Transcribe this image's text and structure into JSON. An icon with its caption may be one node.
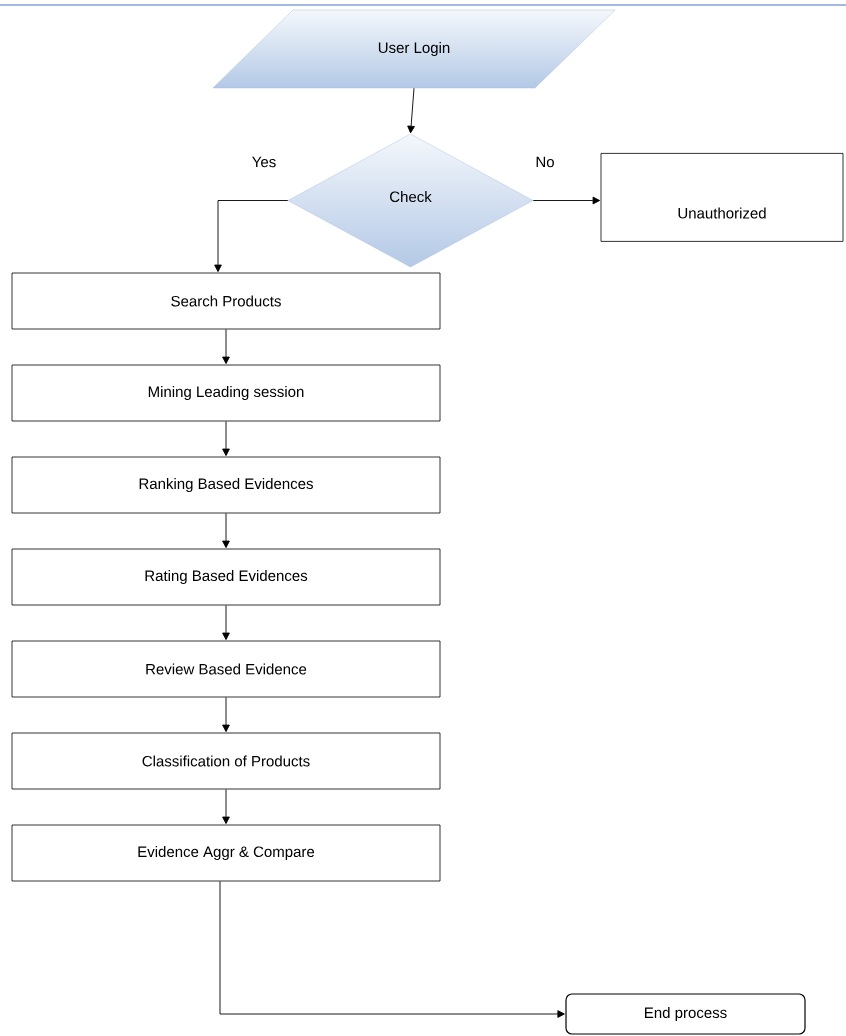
{
  "diagram": {
    "nodes": [
      {
        "text": [
          "User Login"
        ]
      },
      {
        "text": [
          "Check"
        ]
      },
      {
        "text": [
          "Unauthorized"
        ]
      },
      {
        "text": [
          "Search Products"
        ]
      },
      {
        "text": [
          "Mining Leading session"
        ]
      },
      {
        "text": [
          "Ranking Based Evidences"
        ]
      },
      {
        "text": [
          "Rating Based Evidences"
        ]
      },
      {
        "text": [
          "Review Based Evidence"
        ]
      },
      {
        "text": [
          "Classification of Products"
        ]
      },
      {
        "text": [
          "Evidence Aggr & Compare"
        ]
      },
      {
        "text": [
          "End process"
        ]
      }
    ],
    "edges": [
      {
        "from": 0,
        "to": 1,
        "arrow": "to"
      },
      {
        "from": 1,
        "to": 3,
        "arrow": "to",
        "label": "Yes"
      },
      {
        "from": 1,
        "to": 2,
        "arrow": "to",
        "label": "No"
      },
      {
        "from": 3,
        "to": 4,
        "arrow": "to"
      },
      {
        "from": 4,
        "to": 5,
        "arrow": "to"
      },
      {
        "from": 5,
        "to": 6,
        "arrow": "to"
      },
      {
        "from": 6,
        "to": 7,
        "arrow": "to"
      },
      {
        "from": 7,
        "to": 8,
        "arrow": "to"
      },
      {
        "from": 8,
        "to": 9,
        "arrow": "to"
      },
      {
        "from": 9,
        "to": 10,
        "arrow": "to"
      }
    ]
  }
}
